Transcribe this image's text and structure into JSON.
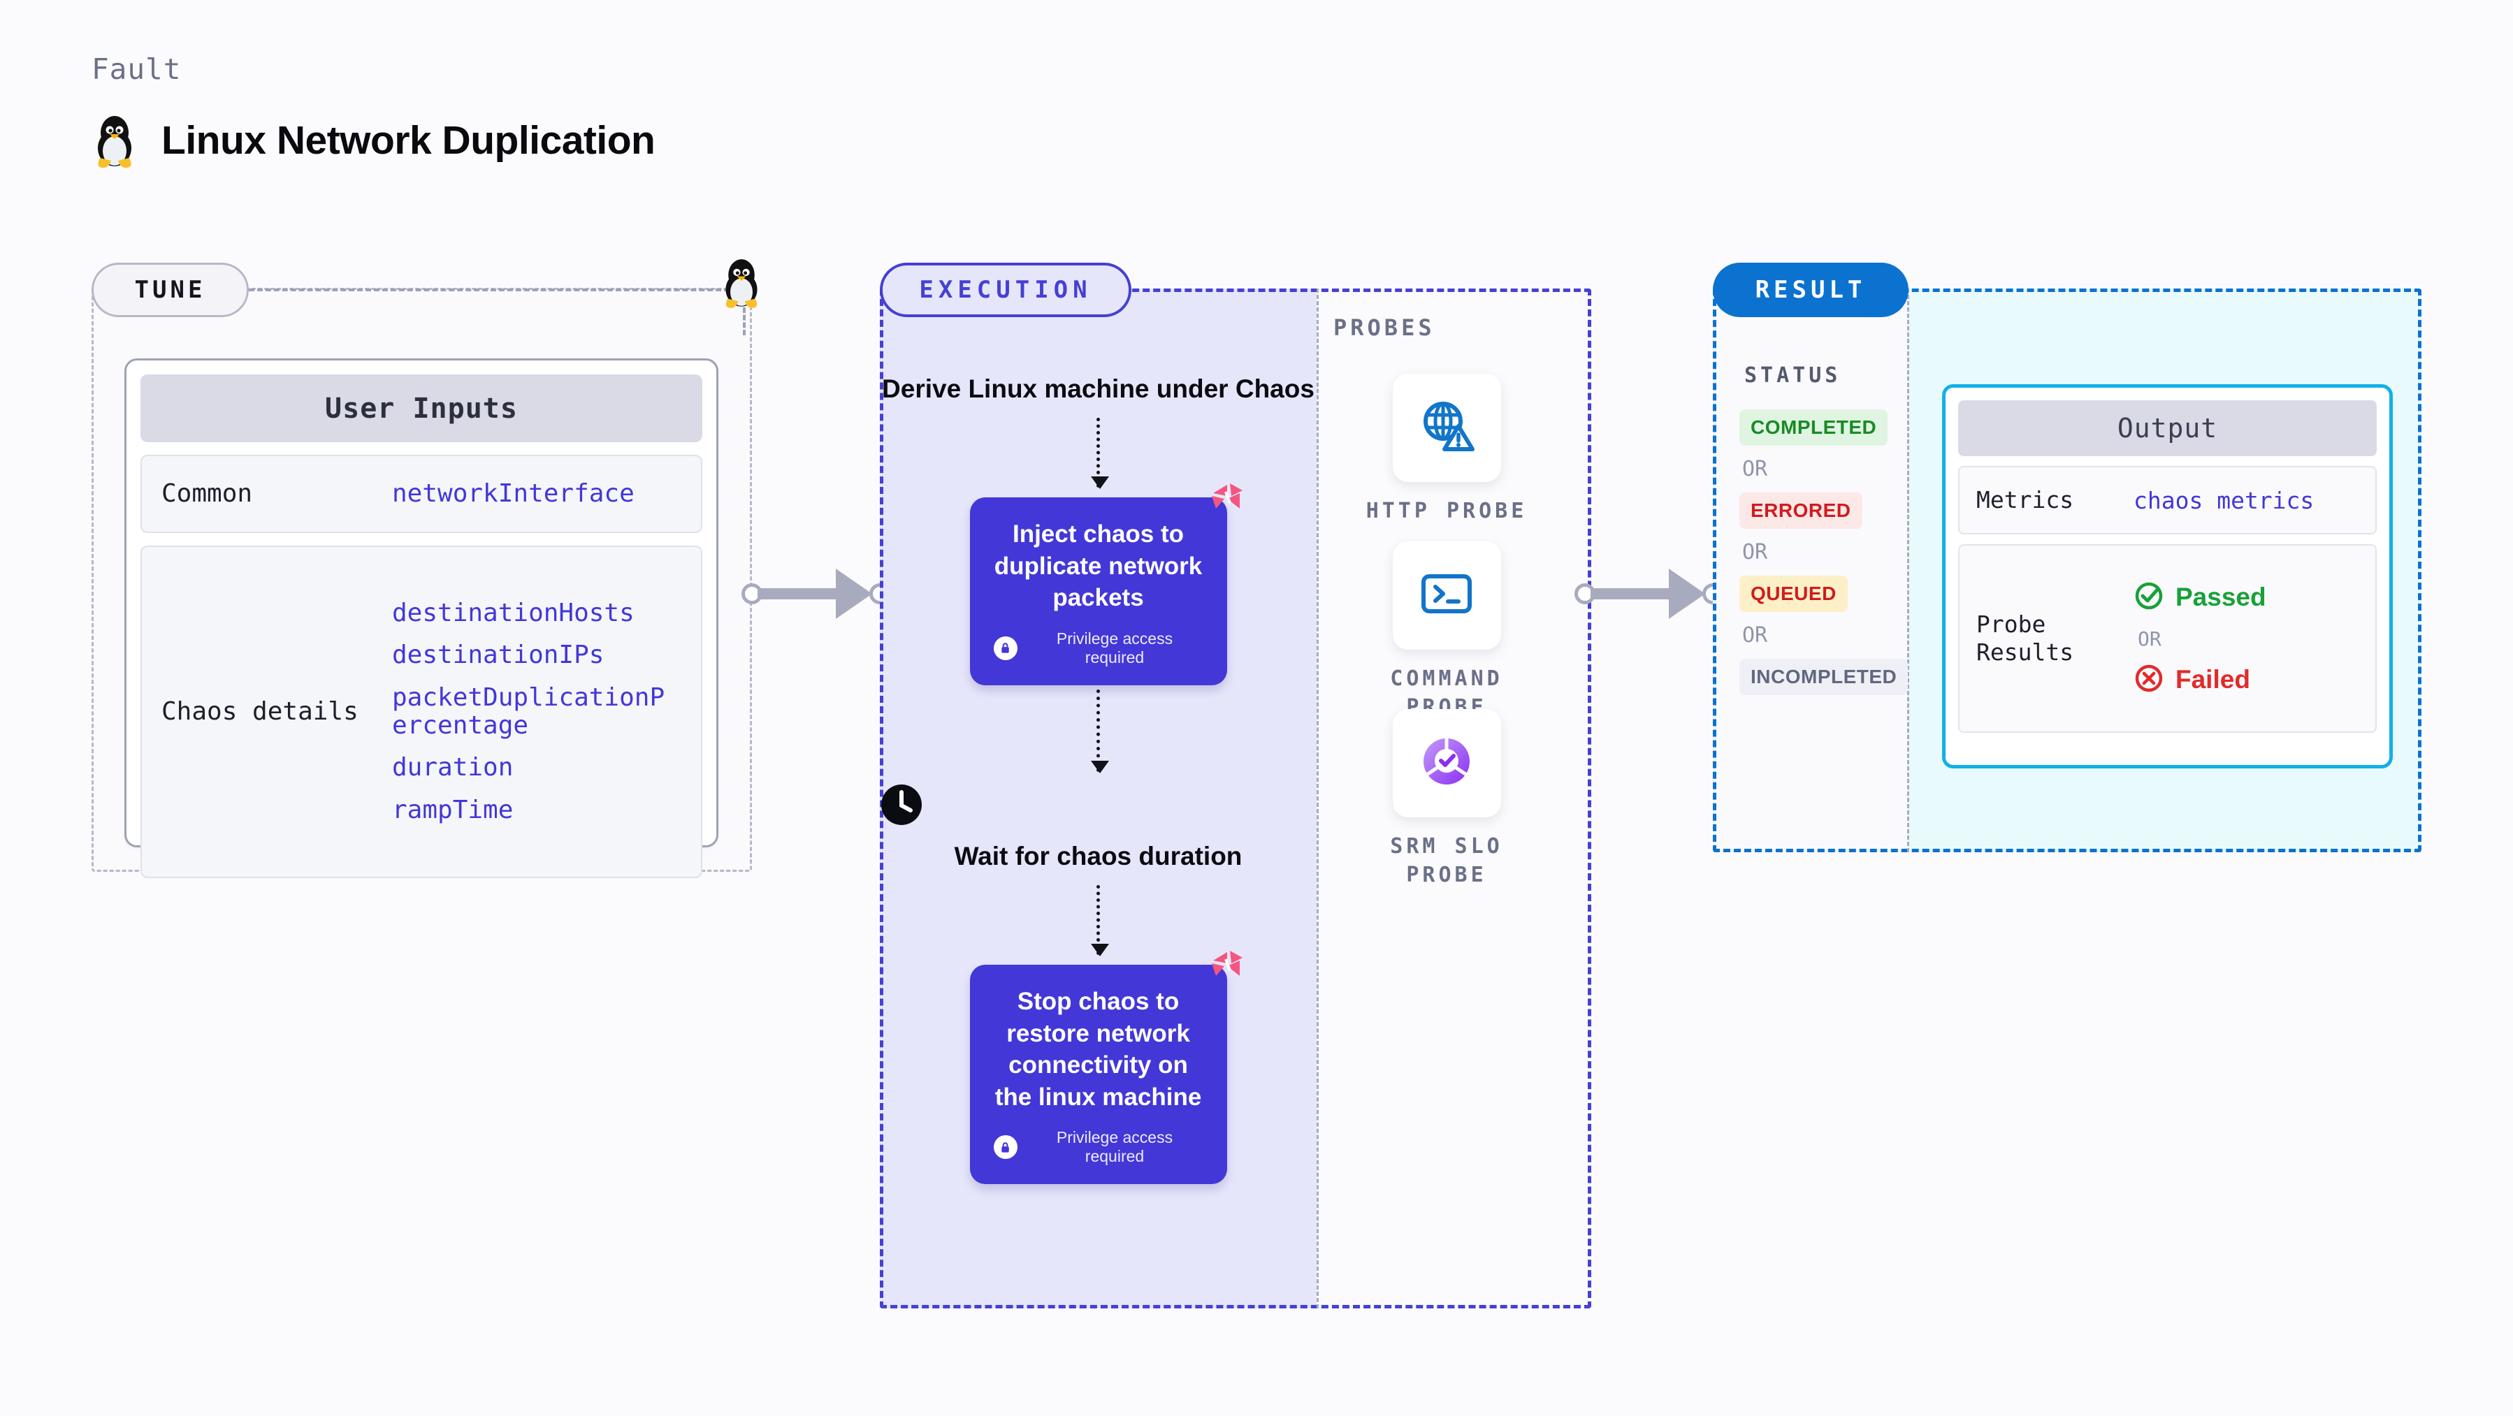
{
  "header": {
    "kicker": "Fault",
    "title": "Linux Network Duplication",
    "icon": "tux-penguin-icon"
  },
  "tune": {
    "badge": "TUNE",
    "icon": "tux-penguin-icon",
    "card_title": "User Inputs",
    "sections": [
      {
        "label": "Common",
        "values": [
          "networkInterface"
        ]
      },
      {
        "label": "Chaos details",
        "values": [
          "destinationHosts",
          "destinationIPs",
          "packetDuplicationPercentage",
          "duration",
          "rampTime"
        ]
      }
    ]
  },
  "execution": {
    "badge": "EXECUTION",
    "steps": [
      {
        "kind": "title",
        "text": "Derive Linux machine under Chaos"
      },
      {
        "kind": "card",
        "text": "Inject chaos to duplicate network packets",
        "note": "Privilege access required",
        "badge_icon": "harness-mark-icon",
        "lock_icon": "lock-icon"
      },
      {
        "kind": "clock",
        "icon": "clock-icon",
        "text": "Wait for chaos duration"
      },
      {
        "kind": "card",
        "text": "Stop chaos to restore network connectivity on the linux machine",
        "note": "Privilege access required",
        "badge_icon": "harness-mark-icon",
        "lock_icon": "lock-icon"
      }
    ]
  },
  "probes": {
    "label": "PROBES",
    "items": [
      {
        "label": "HTTP PROBE",
        "icon": "globe-warning-icon"
      },
      {
        "label": "COMMAND PROBE",
        "icon": "terminal-icon"
      },
      {
        "label": "SRM SLO PROBE",
        "icon": "slo-donut-check-icon"
      }
    ]
  },
  "result": {
    "badge": "RESULT",
    "status_label": "STATUS",
    "or_text": "OR",
    "statuses": [
      {
        "text": "COMPLETED",
        "bg": "#dff5e1",
        "fg": "#1a8a27"
      },
      {
        "text": "ERRORED",
        "bg": "#fde8e8",
        "fg": "#d01c1c"
      },
      {
        "text": "QUEUED",
        "bg": "#fdf0c8",
        "fg": "#d01c1c"
      },
      {
        "text": "INCOMPLETED",
        "bg": "#eff0f6",
        "fg": "#61677e"
      }
    ],
    "output": {
      "title": "Output",
      "metrics_label": "Metrics",
      "metrics_value": "chaos metrics",
      "probe_label": "Probe Results",
      "passed": "Passed",
      "failed": "Failed",
      "or_text": "OR",
      "pass_icon": "check-circle-icon",
      "fail_icon": "x-circle-icon"
    }
  },
  "colors": {
    "indigo": "#4337d8",
    "lavender": "#e6e6fb",
    "blue": "#0b72d0",
    "cyan": "#12b0e8",
    "pink": "#f4567f",
    "gray": "#a8abbe"
  }
}
